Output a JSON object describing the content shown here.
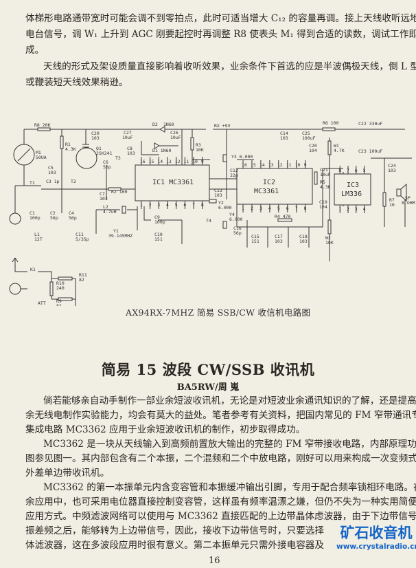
{
  "top_paragraphs": {
    "lines": [
      "体梯形电路通带宽时可能会调不到零拍点，此时可适当增大 C₁₂ 的容量再调。接上天线收听远地强",
      "电台信号，调 W₁ 上升到 AGC 刚要起控时再调整 R8 使表头 M₁ 得到合适的读数，调试工作即告完",
      "成。",
      "天线的形式及架设质量直接影响着收听效果，业余条件下首选的应是半波偶极天线，倒 L 型",
      "或鞭装短天线效果稍逊。"
    ]
  },
  "diagram": {
    "caption": "AX94RX-7MHZ 简易 SSB/CW 收信机电路图",
    "ic1_label": "IC1  MC3361",
    "ic2_label": [
      "IC2",
      "MC3361"
    ],
    "ic3_label": [
      "IC3",
      "LM336"
    ],
    "ic_pins": [
      "1",
      "2",
      "3",
      "4",
      "5",
      "6",
      "7",
      "8",
      "9",
      "10",
      "11",
      "12",
      "13",
      "14",
      "15",
      "16"
    ],
    "labels": [
      "R8  20K",
      "C20",
      "103",
      "R1",
      "4.3K",
      "Q1",
      "2SK241",
      "D2",
      "1N60",
      "C27",
      "10uF",
      "D1  1N60",
      "C26",
      "10uF",
      "R3",
      "10K",
      "M1",
      "50UA",
      "C5",
      "103",
      "C6",
      "56p",
      "C8",
      "103",
      "T3",
      "T1",
      "C3  1p",
      "T2",
      "C7",
      "103",
      "R2  100",
      "C1",
      "100p",
      "C2",
      "56p",
      "C4",
      "56p",
      "L2",
      "4.7uH",
      "L1",
      "12T",
      "C11",
      "5/35p",
      "Y1",
      "39.145MHZ",
      "C9",
      "100p",
      "C10",
      "151",
      "RX  +9V",
      "R6  100",
      "C22  330uF",
      "C14",
      "103",
      "C25",
      "100uF",
      "C20",
      "104",
      "W1",
      "4.7K",
      "C23  100uF",
      "Y3  6.000",
      "C12",
      "22p",
      "C21",
      "10uF",
      "C24",
      "103",
      "R5",
      "4.3K",
      "C13",
      "103",
      "SP",
      "8 OHM",
      "R7",
      "10",
      "Y2",
      "6.000",
      "C19",
      "104",
      "Y4",
      "6.000",
      "R4  470",
      "C16",
      "56p",
      "C15",
      "151",
      "C17",
      "103",
      "C18",
      "103",
      "W2",
      "10K",
      "T4",
      "K1",
      "R10",
      "240",
      "R11",
      "82",
      "R9",
      "82",
      "ATT"
    ]
  },
  "article": {
    "title": "简易 15 波段 CW/SSB 收讯机",
    "author": "BA5RW/周  嵬",
    "lines": [
      "倘若能够亲自动手制作一部业余短波收讯机，无论是对短波业余通讯知识的了解，还是提高业",
      "余无线电制作实验能力，均会有莫大的益处。笔者参考有关资料，把国内常见的 FM 窄带通讯专用",
      "集成电路 MC3362 应用于业余短波收讯机的制作，初步取得成功。",
      "MC3362 是一块从天线输入到高频前置放大输出的完整的 FM 窄带接收电路，内部原理功能框",
      "图参见图一。其内部包含有二个本振，二个混频和二个中放电路，刚好可以用来构成一次变频式超",
      "外差单边带收讯机。",
      "MC3362 的第一本振单元内含变容管和本振缓冲输出引脚，专用于配合频率锁相环电路。在业",
      "余应用中，也可采用电位器直接控制变容管，这样虽有频率温漂之嫌，但仍不失为一种实用简便的",
      "应用方式。中频滤波网络可以使用与 MC3362 直接匹配的上边带晶体虑波器，由于下边带信号与本",
      "振差频之后，能够转为上边带信号，因此，接收下边带信号时，只要选择",
      "体滤波器，这在多波段应用时很有意义。第二本振单元只需外接电容器及"
    ]
  },
  "page_number": "16",
  "watermark": {
    "text": "矿石收音机",
    "url": "www.crystalradio.cn",
    "color": "#1565c8"
  }
}
